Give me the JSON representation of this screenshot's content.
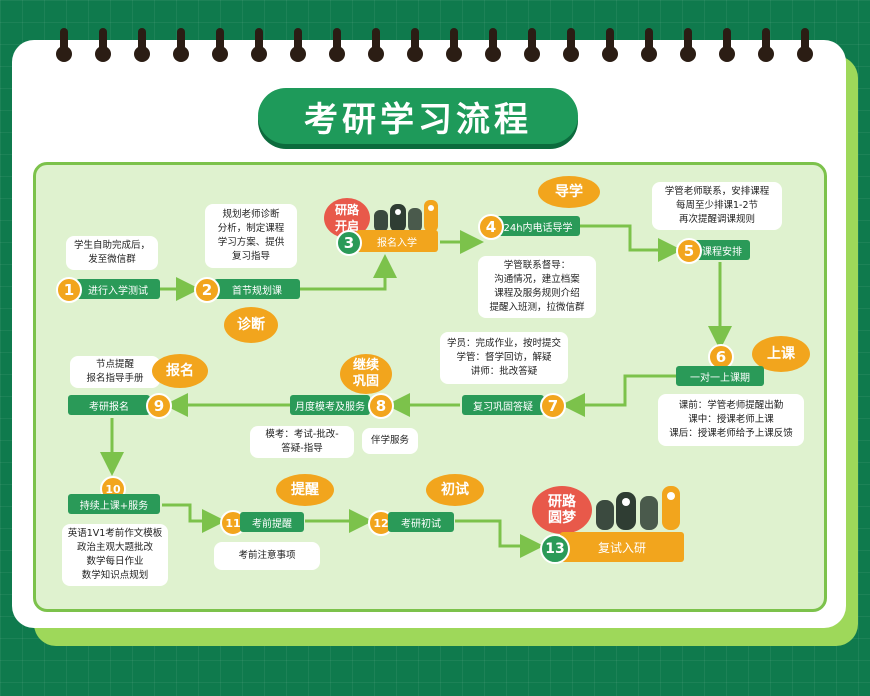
{
  "title": "考研学习流程",
  "colors": {
    "green": "#2a9a58",
    "orange": "#f2a51d",
    "red": "#e8594a",
    "light_green": "#dff2cf"
  },
  "steps": [
    {
      "num": "1",
      "label": "进行入学测试",
      "note": "学生自助完成后，\n发至微信群"
    },
    {
      "num": "2",
      "label": "首节规划课",
      "note": "规划老师诊断\n分析，制定课程\n学习方案、提供\n复习指导",
      "tag": "诊断"
    },
    {
      "num": "3",
      "label": "报名入学",
      "tag": "研路\n开启"
    },
    {
      "num": "4",
      "label": "24h内电话导学",
      "note": "学管联系督导：\n沟通情况，建立档案\n课程及服务规则介绍\n提醒入班测，拉微信群",
      "tag": "导学"
    },
    {
      "num": "5",
      "label": "课程安排",
      "note": "学管老师联系，安排课程\n每周至少排课1-2节\n再次提醒调课规则"
    },
    {
      "num": "6",
      "label": "一对一上课期",
      "note": "课前：学管老师提醒出勤\n课中：授课老师上课\n课后：授课老师给予上课反馈",
      "tag": "上课"
    },
    {
      "num": "7",
      "label": "复习巩固答疑",
      "note": "学员：完成作业，按时提交\n学管：督学回访，解疑\n讲师：批改答疑"
    },
    {
      "num": "8",
      "label": "月度模考及服务",
      "note": "模考：考试-批改-\n答疑-指导",
      "note2": "伴学服务",
      "tag": "继续\n巩固"
    },
    {
      "num": "9",
      "label": "考研报名",
      "note": "节点提醒\n报名指导手册",
      "tag": "报名"
    },
    {
      "num": "10",
      "label": "持续上课+服务",
      "note": "英语1V1考前作文模板\n政治主观大题批改\n数学每日作业\n数学知识点规划"
    },
    {
      "num": "11",
      "label": "考前提醒",
      "note": "考前注意事项",
      "tag": "提醒"
    },
    {
      "num": "12",
      "label": "考研初试",
      "tag": "初试"
    },
    {
      "num": "13",
      "label": "复试入研",
      "tag": "研路\n圆梦"
    }
  ]
}
